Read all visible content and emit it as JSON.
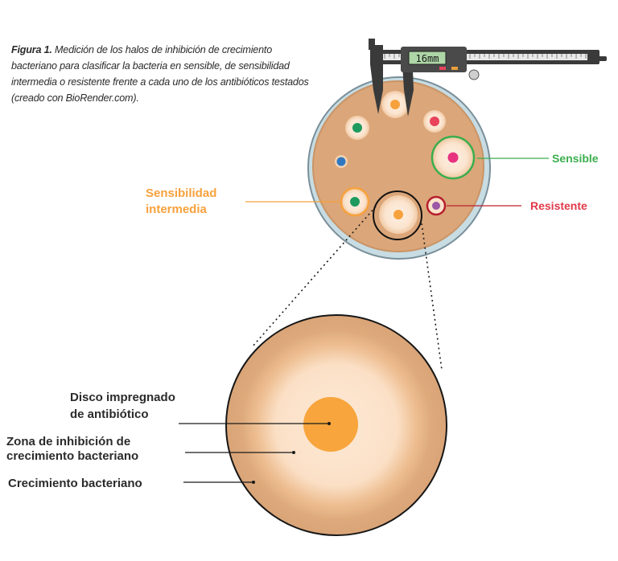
{
  "figure": {
    "caption_label": "Figura 1.",
    "caption_text": " Medición de los halos de inhibición de crecimiento bacteriano para clasificar la bacteria en sensible, de sensibilidad intermedia o resistente frente a cada uno de los antibióticos testados (creado con BioRender.com).",
    "caliper_reading": "16mm"
  },
  "labels": {
    "sensible": "Sensible",
    "resistente": "Resistente",
    "intermedia_line1": "Sensibilidad",
    "intermedia_line2": "intermedia",
    "disco_line1": "Disco impregnado",
    "disco_line2": "de antibiótico",
    "zona_line1": "Zona de inhibición de",
    "zona_line2": "crecimiento bacteriano",
    "crecimiento": "Crecimiento bacteriano"
  },
  "colors": {
    "agar": "#dba679",
    "halo": "#fbe2cb",
    "disk_orange": "#f7a13c",
    "disk_green": "#1e9a5e",
    "disk_pink": "#e8327f",
    "disk_red": "#e8435b",
    "disk_blue": "#2f78c0",
    "disk_purple": "#9b57a5",
    "sensible": "#3aae4d",
    "resistente": "#c0202e",
    "intermedia": "#f7a13c"
  }
}
